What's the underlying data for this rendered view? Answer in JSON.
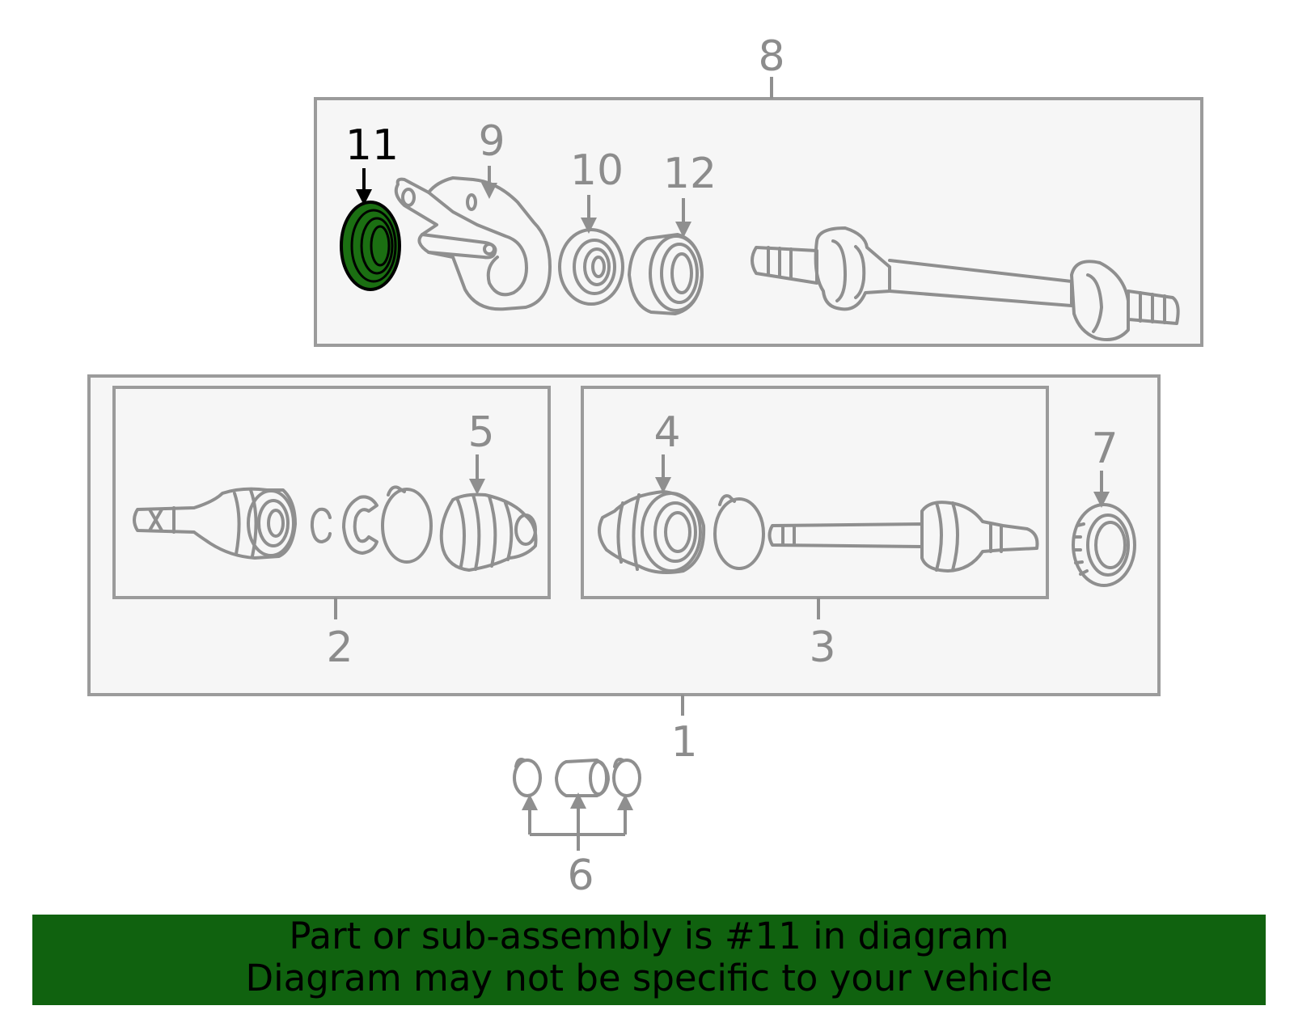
{
  "callouts": {
    "c1": "1",
    "c2": "2",
    "c3": "3",
    "c4": "4",
    "c5": "5",
    "c6": "6",
    "c7": "7",
    "c8": "8",
    "c9": "9",
    "c10": "10",
    "c11": "11",
    "c12": "12"
  },
  "highlight": {
    "part_number": "11",
    "fill_color": "#1b6f12",
    "stroke_color": "#000000"
  },
  "banner": {
    "line1": "Part or sub-assembly is #11 in diagram",
    "line2": "Diagram may not be specific to your vehicle",
    "background": "#10620f"
  }
}
